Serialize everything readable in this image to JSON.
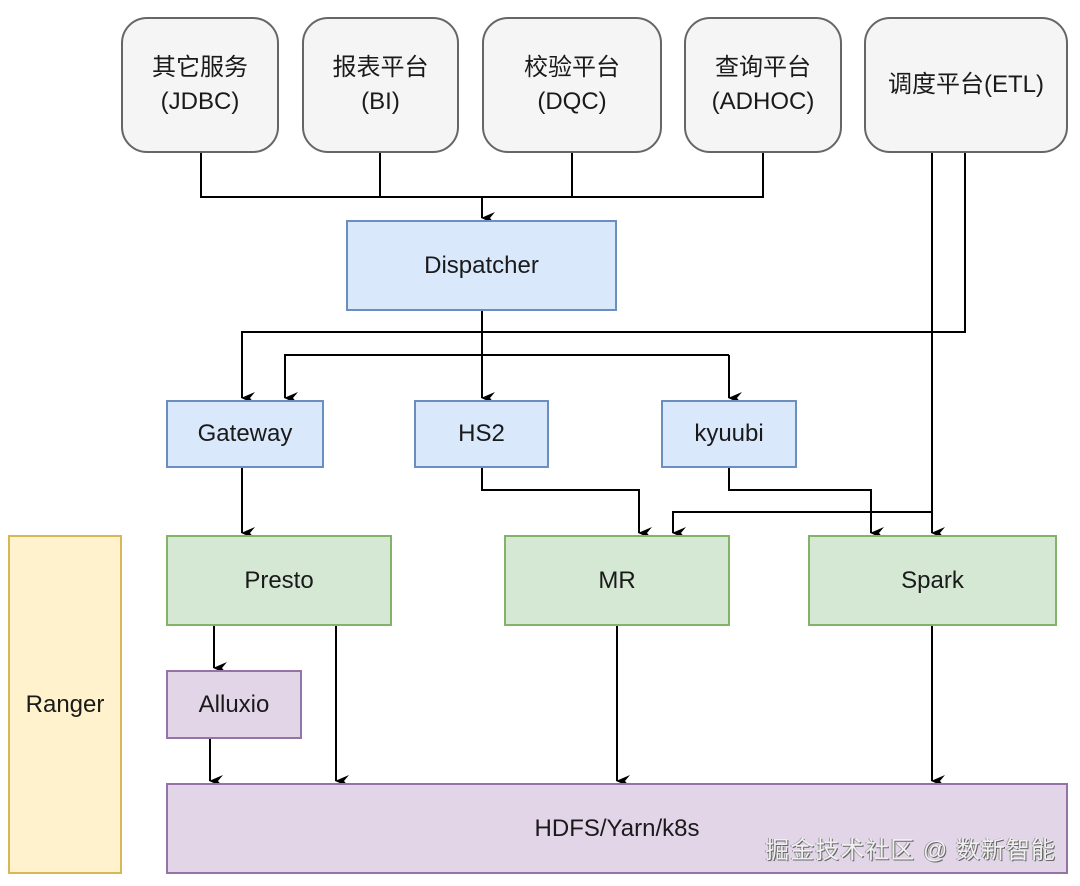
{
  "diagram": {
    "nodes": {
      "jdbc": {
        "line1": "其它服务",
        "line2": "(JDBC)"
      },
      "bi": {
        "line1": "报表平台",
        "line2": "(BI)"
      },
      "dqc": {
        "line1": "校验平台",
        "line2": "(DQC)"
      },
      "adhoc": {
        "line1": "查询平台",
        "line2": "(ADHOC)"
      },
      "etl": {
        "line1": "调度平台(ETL)"
      },
      "dispatcher": {
        "label": "Dispatcher"
      },
      "gateway": {
        "label": "Gateway"
      },
      "hs2": {
        "label": "HS2"
      },
      "kyuubi": {
        "label": "kyuubi"
      },
      "presto": {
        "label": "Presto"
      },
      "mr": {
        "label": "MR"
      },
      "spark": {
        "label": "Spark"
      },
      "alluxio": {
        "label": "Alluxio"
      },
      "ranger": {
        "label": "Ranger"
      },
      "hdfs": {
        "label": "HDFS/Yarn/k8s"
      }
    },
    "edges": [
      {
        "from": "jdbc",
        "to": "dispatcher"
      },
      {
        "from": "bi",
        "to": "dispatcher"
      },
      {
        "from": "dqc",
        "to": "dispatcher"
      },
      {
        "from": "adhoc",
        "to": "dispatcher"
      },
      {
        "from": "etl",
        "to": "gateway"
      },
      {
        "from": "etl",
        "to": "spark"
      },
      {
        "from": "dispatcher",
        "to": "hs2"
      },
      {
        "from": "dispatcher",
        "to": "gateway"
      },
      {
        "from": "dispatcher",
        "to": "kyuubi"
      },
      {
        "from": "gateway",
        "to": "presto"
      },
      {
        "from": "hs2",
        "to": "mr"
      },
      {
        "from": "kyuubi",
        "to": "spark"
      },
      {
        "from": "spark",
        "to": "mr"
      },
      {
        "from": "presto",
        "to": "alluxio"
      },
      {
        "from": "presto",
        "to": "hdfs"
      },
      {
        "from": "alluxio",
        "to": "hdfs"
      },
      {
        "from": "mr",
        "to": "hdfs"
      },
      {
        "from": "spark",
        "to": "hdfs"
      }
    ],
    "colors": {
      "client_fill": "#f5f5f5",
      "service_fill": "#dae8fc",
      "engine_fill": "#d5e8d4",
      "storage_fill": "#e1d5e7",
      "security_fill": "#fff2cc"
    }
  },
  "watermark": "掘金技术社区 @ 数新智能"
}
